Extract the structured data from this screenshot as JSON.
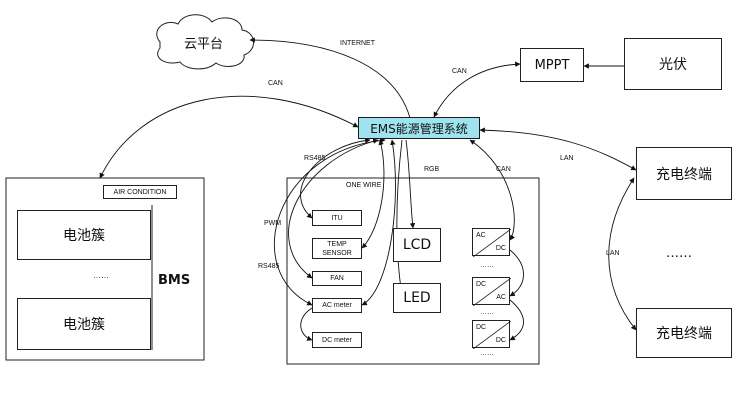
{
  "nodes": {
    "cloud": "云平台",
    "mppt": "MPPT",
    "pv": "光伏",
    "ems": "EMS能源管理系统",
    "charger_top": "充电终端",
    "charger_bottom": "充电终端",
    "charger_dots": "……",
    "air_condition": "AIR CONDITION",
    "battery_top": "电池簇",
    "battery_dots": "……",
    "battery_bottom": "电池簇",
    "bms": "BMS",
    "one_wire": "ONE WIRE",
    "itu": "ITU",
    "temp_sensor": "TEMP\nSENSOR",
    "fan": "FAN",
    "ac_meter": "AC meter",
    "dc_meter": "DC meter",
    "lcd": "LCD",
    "led": "LED",
    "conv1_top": "AC",
    "conv1_bot": "DC",
    "conv2_top": "DC",
    "conv2_bot": "AC",
    "conv3_top": "DC",
    "conv3_bot": "DC",
    "conv_dots": "……"
  },
  "links": {
    "internet": "INTERNET",
    "can_mppt": "CAN",
    "can_bms": "CAN",
    "lan_top": "LAN",
    "lan_mid": "LAN",
    "rs485_top": "RS485",
    "rs485_left": "RS485",
    "pwm": "PWM",
    "rgb": "RGB",
    "can_conv": "CAN"
  }
}
